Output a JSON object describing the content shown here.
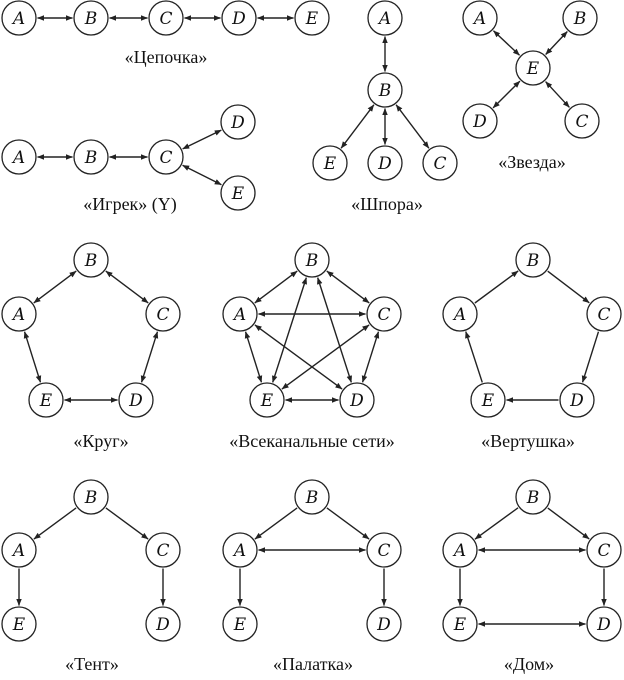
{
  "colors": {
    "ink": "#222222",
    "background": "#ffffff",
    "node_fill": "#ffffff"
  },
  "networks": [
    {
      "id": "chain",
      "caption": "«Цепочка»",
      "nodes": [
        {
          "id": "A",
          "label": "A"
        },
        {
          "id": "B",
          "label": "B"
        },
        {
          "id": "C",
          "label": "C"
        },
        {
          "id": "D",
          "label": "D"
        },
        {
          "id": "E",
          "label": "E"
        }
      ],
      "edges": [
        {
          "from": "A",
          "to": "B",
          "bidirectional": true
        },
        {
          "from": "B",
          "to": "C",
          "bidirectional": true
        },
        {
          "from": "C",
          "to": "D",
          "bidirectional": true
        },
        {
          "from": "D",
          "to": "E",
          "bidirectional": true
        }
      ]
    },
    {
      "id": "spur",
      "caption": "«Шпора»",
      "nodes": [
        {
          "id": "A",
          "label": "A"
        },
        {
          "id": "B",
          "label": "B"
        },
        {
          "id": "E",
          "label": "E"
        },
        {
          "id": "D",
          "label": "D"
        },
        {
          "id": "C",
          "label": "C"
        }
      ],
      "edges": [
        {
          "from": "A",
          "to": "B",
          "bidirectional": true
        },
        {
          "from": "B",
          "to": "E",
          "bidirectional": true
        },
        {
          "from": "B",
          "to": "D",
          "bidirectional": true
        },
        {
          "from": "B",
          "to": "C",
          "bidirectional": true
        }
      ]
    },
    {
      "id": "star",
      "caption": "«Звезда»",
      "nodes": [
        {
          "id": "A",
          "label": "A"
        },
        {
          "id": "B",
          "label": "B"
        },
        {
          "id": "E",
          "label": "E"
        },
        {
          "id": "D",
          "label": "D"
        },
        {
          "id": "C",
          "label": "C"
        }
      ],
      "edges": [
        {
          "from": "E",
          "to": "A",
          "bidirectional": true
        },
        {
          "from": "E",
          "to": "B",
          "bidirectional": true
        },
        {
          "from": "E",
          "to": "D",
          "bidirectional": true
        },
        {
          "from": "E",
          "to": "C",
          "bidirectional": true
        }
      ]
    },
    {
      "id": "y",
      "caption": "«Игрек» (Y)",
      "nodes": [
        {
          "id": "A",
          "label": "A"
        },
        {
          "id": "B",
          "label": "B"
        },
        {
          "id": "C",
          "label": "C"
        },
        {
          "id": "D",
          "label": "D"
        },
        {
          "id": "E",
          "label": "E"
        }
      ],
      "edges": [
        {
          "from": "A",
          "to": "B",
          "bidirectional": true
        },
        {
          "from": "B",
          "to": "C",
          "bidirectional": true
        },
        {
          "from": "C",
          "to": "D",
          "bidirectional": true
        },
        {
          "from": "C",
          "to": "E",
          "bidirectional": true
        }
      ]
    },
    {
      "id": "circle",
      "caption": "«Круг»",
      "nodes": [
        {
          "id": "B",
          "label": "B"
        },
        {
          "id": "A",
          "label": "A"
        },
        {
          "id": "C",
          "label": "C"
        },
        {
          "id": "E",
          "label": "E"
        },
        {
          "id": "D",
          "label": "D"
        }
      ],
      "edges": [
        {
          "from": "A",
          "to": "B",
          "bidirectional": true
        },
        {
          "from": "B",
          "to": "C",
          "bidirectional": true
        },
        {
          "from": "C",
          "to": "D",
          "bidirectional": true
        },
        {
          "from": "E",
          "to": "D",
          "bidirectional": true
        },
        {
          "from": "A",
          "to": "E",
          "bidirectional": true
        }
      ]
    },
    {
      "id": "all-channel",
      "caption": "«Всеканальные сети»",
      "nodes": [
        {
          "id": "B",
          "label": "B"
        },
        {
          "id": "A",
          "label": "A"
        },
        {
          "id": "C",
          "label": "C"
        },
        {
          "id": "E",
          "label": "E"
        },
        {
          "id": "D",
          "label": "D"
        }
      ],
      "edges": [
        {
          "from": "A",
          "to": "B",
          "bidirectional": true
        },
        {
          "from": "B",
          "to": "C",
          "bidirectional": true
        },
        {
          "from": "A",
          "to": "C",
          "bidirectional": true
        },
        {
          "from": "A",
          "to": "E",
          "bidirectional": true
        },
        {
          "from": "A",
          "to": "D",
          "bidirectional": true
        },
        {
          "from": "B",
          "to": "E",
          "bidirectional": true
        },
        {
          "from": "B",
          "to": "D",
          "bidirectional": true
        },
        {
          "from": "C",
          "to": "E",
          "bidirectional": true
        },
        {
          "from": "C",
          "to": "D",
          "bidirectional": true
        },
        {
          "from": "E",
          "to": "D",
          "bidirectional": true
        }
      ]
    },
    {
      "id": "pinwheel",
      "caption": "«Вертушка»",
      "nodes": [
        {
          "id": "B",
          "label": "B"
        },
        {
          "id": "A",
          "label": "A"
        },
        {
          "id": "C",
          "label": "C"
        },
        {
          "id": "E",
          "label": "E"
        },
        {
          "id": "D",
          "label": "D"
        }
      ],
      "edges": [
        {
          "from": "A",
          "to": "B",
          "bidirectional": false
        },
        {
          "from": "B",
          "to": "C",
          "bidirectional": false
        },
        {
          "from": "C",
          "to": "D",
          "bidirectional": false
        },
        {
          "from": "D",
          "to": "E",
          "bidirectional": false
        },
        {
          "from": "E",
          "to": "A",
          "bidirectional": false
        }
      ]
    },
    {
      "id": "tent",
      "caption": "«Тент»",
      "nodes": [
        {
          "id": "B",
          "label": "B"
        },
        {
          "id": "A",
          "label": "A"
        },
        {
          "id": "C",
          "label": "C"
        },
        {
          "id": "E",
          "label": "E"
        },
        {
          "id": "D",
          "label": "D"
        }
      ],
      "edges": [
        {
          "from": "B",
          "to": "A",
          "bidirectional": false
        },
        {
          "from": "B",
          "to": "C",
          "bidirectional": false
        },
        {
          "from": "A",
          "to": "E",
          "bidirectional": false
        },
        {
          "from": "C",
          "to": "D",
          "bidirectional": false
        }
      ]
    },
    {
      "id": "big-tent",
      "caption": "«Палатка»",
      "nodes": [
        {
          "id": "B",
          "label": "B"
        },
        {
          "id": "A",
          "label": "A"
        },
        {
          "id": "C",
          "label": "C"
        },
        {
          "id": "E",
          "label": "E"
        },
        {
          "id": "D",
          "label": "D"
        }
      ],
      "edges": [
        {
          "from": "B",
          "to": "A",
          "bidirectional": false
        },
        {
          "from": "B",
          "to": "C",
          "bidirectional": false
        },
        {
          "from": "A",
          "to": "C",
          "bidirectional": true
        },
        {
          "from": "A",
          "to": "E",
          "bidirectional": false
        },
        {
          "from": "C",
          "to": "D",
          "bidirectional": false
        }
      ]
    },
    {
      "id": "house",
      "caption": "«Дом»",
      "nodes": [
        {
          "id": "B",
          "label": "B"
        },
        {
          "id": "A",
          "label": "A"
        },
        {
          "id": "C",
          "label": "C"
        },
        {
          "id": "E",
          "label": "E"
        },
        {
          "id": "D",
          "label": "D"
        }
      ],
      "edges": [
        {
          "from": "B",
          "to": "A",
          "bidirectional": false
        },
        {
          "from": "B",
          "to": "C",
          "bidirectional": false
        },
        {
          "from": "A",
          "to": "C",
          "bidirectional": true
        },
        {
          "from": "A",
          "to": "E",
          "bidirectional": false
        },
        {
          "from": "C",
          "to": "D",
          "bidirectional": false
        },
        {
          "from": "E",
          "to": "D",
          "bidirectional": true
        }
      ]
    }
  ]
}
